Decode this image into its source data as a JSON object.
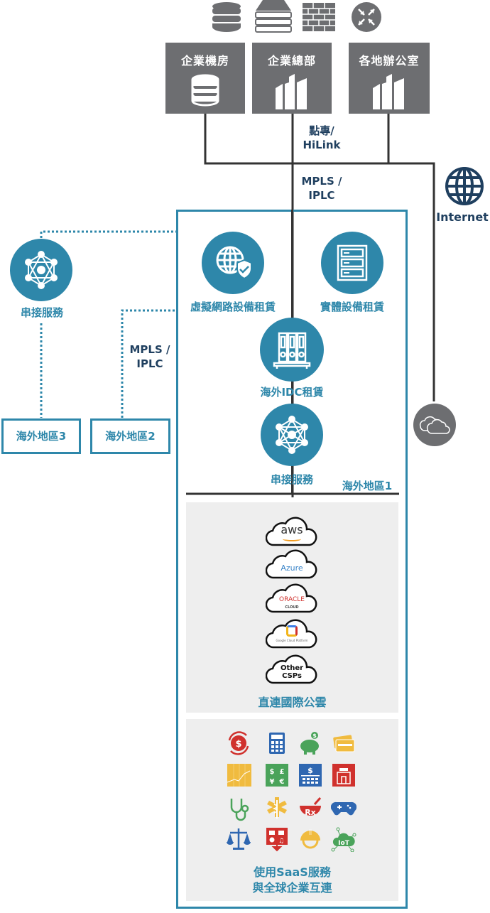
{
  "top_icons": [
    "database-icon",
    "server-stack-icon",
    "firewall-icon",
    "router-icon"
  ],
  "sources": [
    {
      "label": "企業機房",
      "icon": "database-icon"
    },
    {
      "label": "企業總部",
      "icon": "building-icon"
    },
    {
      "label": "各地辦公室",
      "icon": "building-icon"
    }
  ],
  "links": {
    "hilink": "點專/\nHiLink",
    "mpls_main": "MPLS /\nIPLC",
    "mpls_side": "MPLS /\nIPLC",
    "internet": "Internet"
  },
  "region1": {
    "label": "海外地區1",
    "services": [
      {
        "label": "虛擬網路設備租賃",
        "icon": "globe-shield-icon"
      },
      {
        "label": "實體設備租賃",
        "icon": "server-rack-icon"
      },
      {
        "label": "海外IDC租賃",
        "icon": "idc-rack-icon"
      },
      {
        "label": "串接服務",
        "icon": "network-mesh-icon"
      }
    ],
    "cloud_panel": {
      "title": "直連國際公雲",
      "providers": [
        {
          "name": "aws"
        },
        {
          "name": "Azure"
        },
        {
          "name": "ORACLE",
          "sub": "CLOUD"
        },
        {
          "name": "Google Cloud Platform"
        },
        {
          "name": "Other\nCSPs"
        }
      ]
    },
    "saas_panel": {
      "title_line1": "使用SaaS服務",
      "title_line2": "與全球企業互連",
      "icons": [
        "dollar-cycle-icon",
        "calculator-icon",
        "piggy-bank-icon",
        "credit-card-icon",
        "stock-chart-icon",
        "currency-icon",
        "bank-icon",
        "store-icon",
        "stethoscope-icon",
        "medical-icon",
        "pharmacy-icon",
        "gamepad-icon",
        "scales-icon",
        "media-download-icon",
        "hard-hat-icon",
        "iot-icon"
      ]
    }
  },
  "side_service": {
    "label": "串接服務",
    "icon": "network-mesh-icon"
  },
  "region2": {
    "label": "海外地區2"
  },
  "region3": {
    "label": "海外地區3"
  },
  "colors": {
    "teal": "#2e87aa",
    "navy": "#1f3f5f",
    "gray": "#6d6e71",
    "panel": "#eeeeee"
  }
}
